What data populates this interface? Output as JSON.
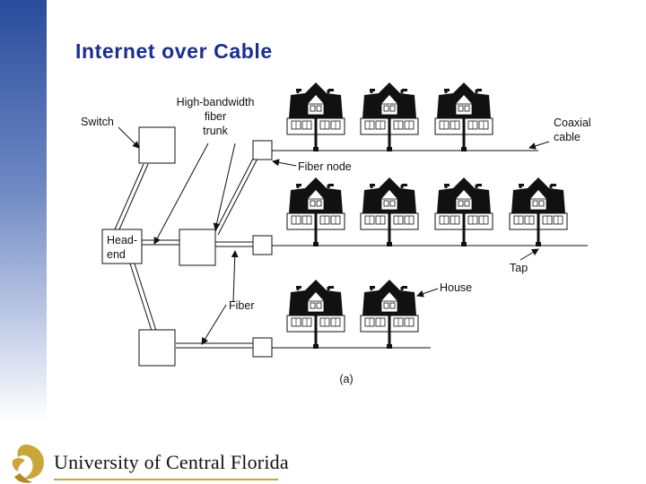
{
  "title": "Internet over Cable",
  "labels": {
    "switch": "Switch",
    "trunk": [
      "High-bandwidth",
      "fiber",
      "trunk"
    ],
    "coax": [
      "Coaxial",
      "cable"
    ],
    "fiber_node": "Fiber node",
    "headend": [
      "Head-",
      "end"
    ],
    "tap": "Tap",
    "house": "House",
    "fiber": "Fiber",
    "caption": "(a)"
  },
  "houses_per_row": [
    3,
    4,
    2
  ],
  "footer": {
    "text": "University of Central Florida"
  },
  "colors": {
    "title": "#1a2f8c",
    "sidebar": "#2a4c9c",
    "footer_accent": "#c9a53a"
  }
}
